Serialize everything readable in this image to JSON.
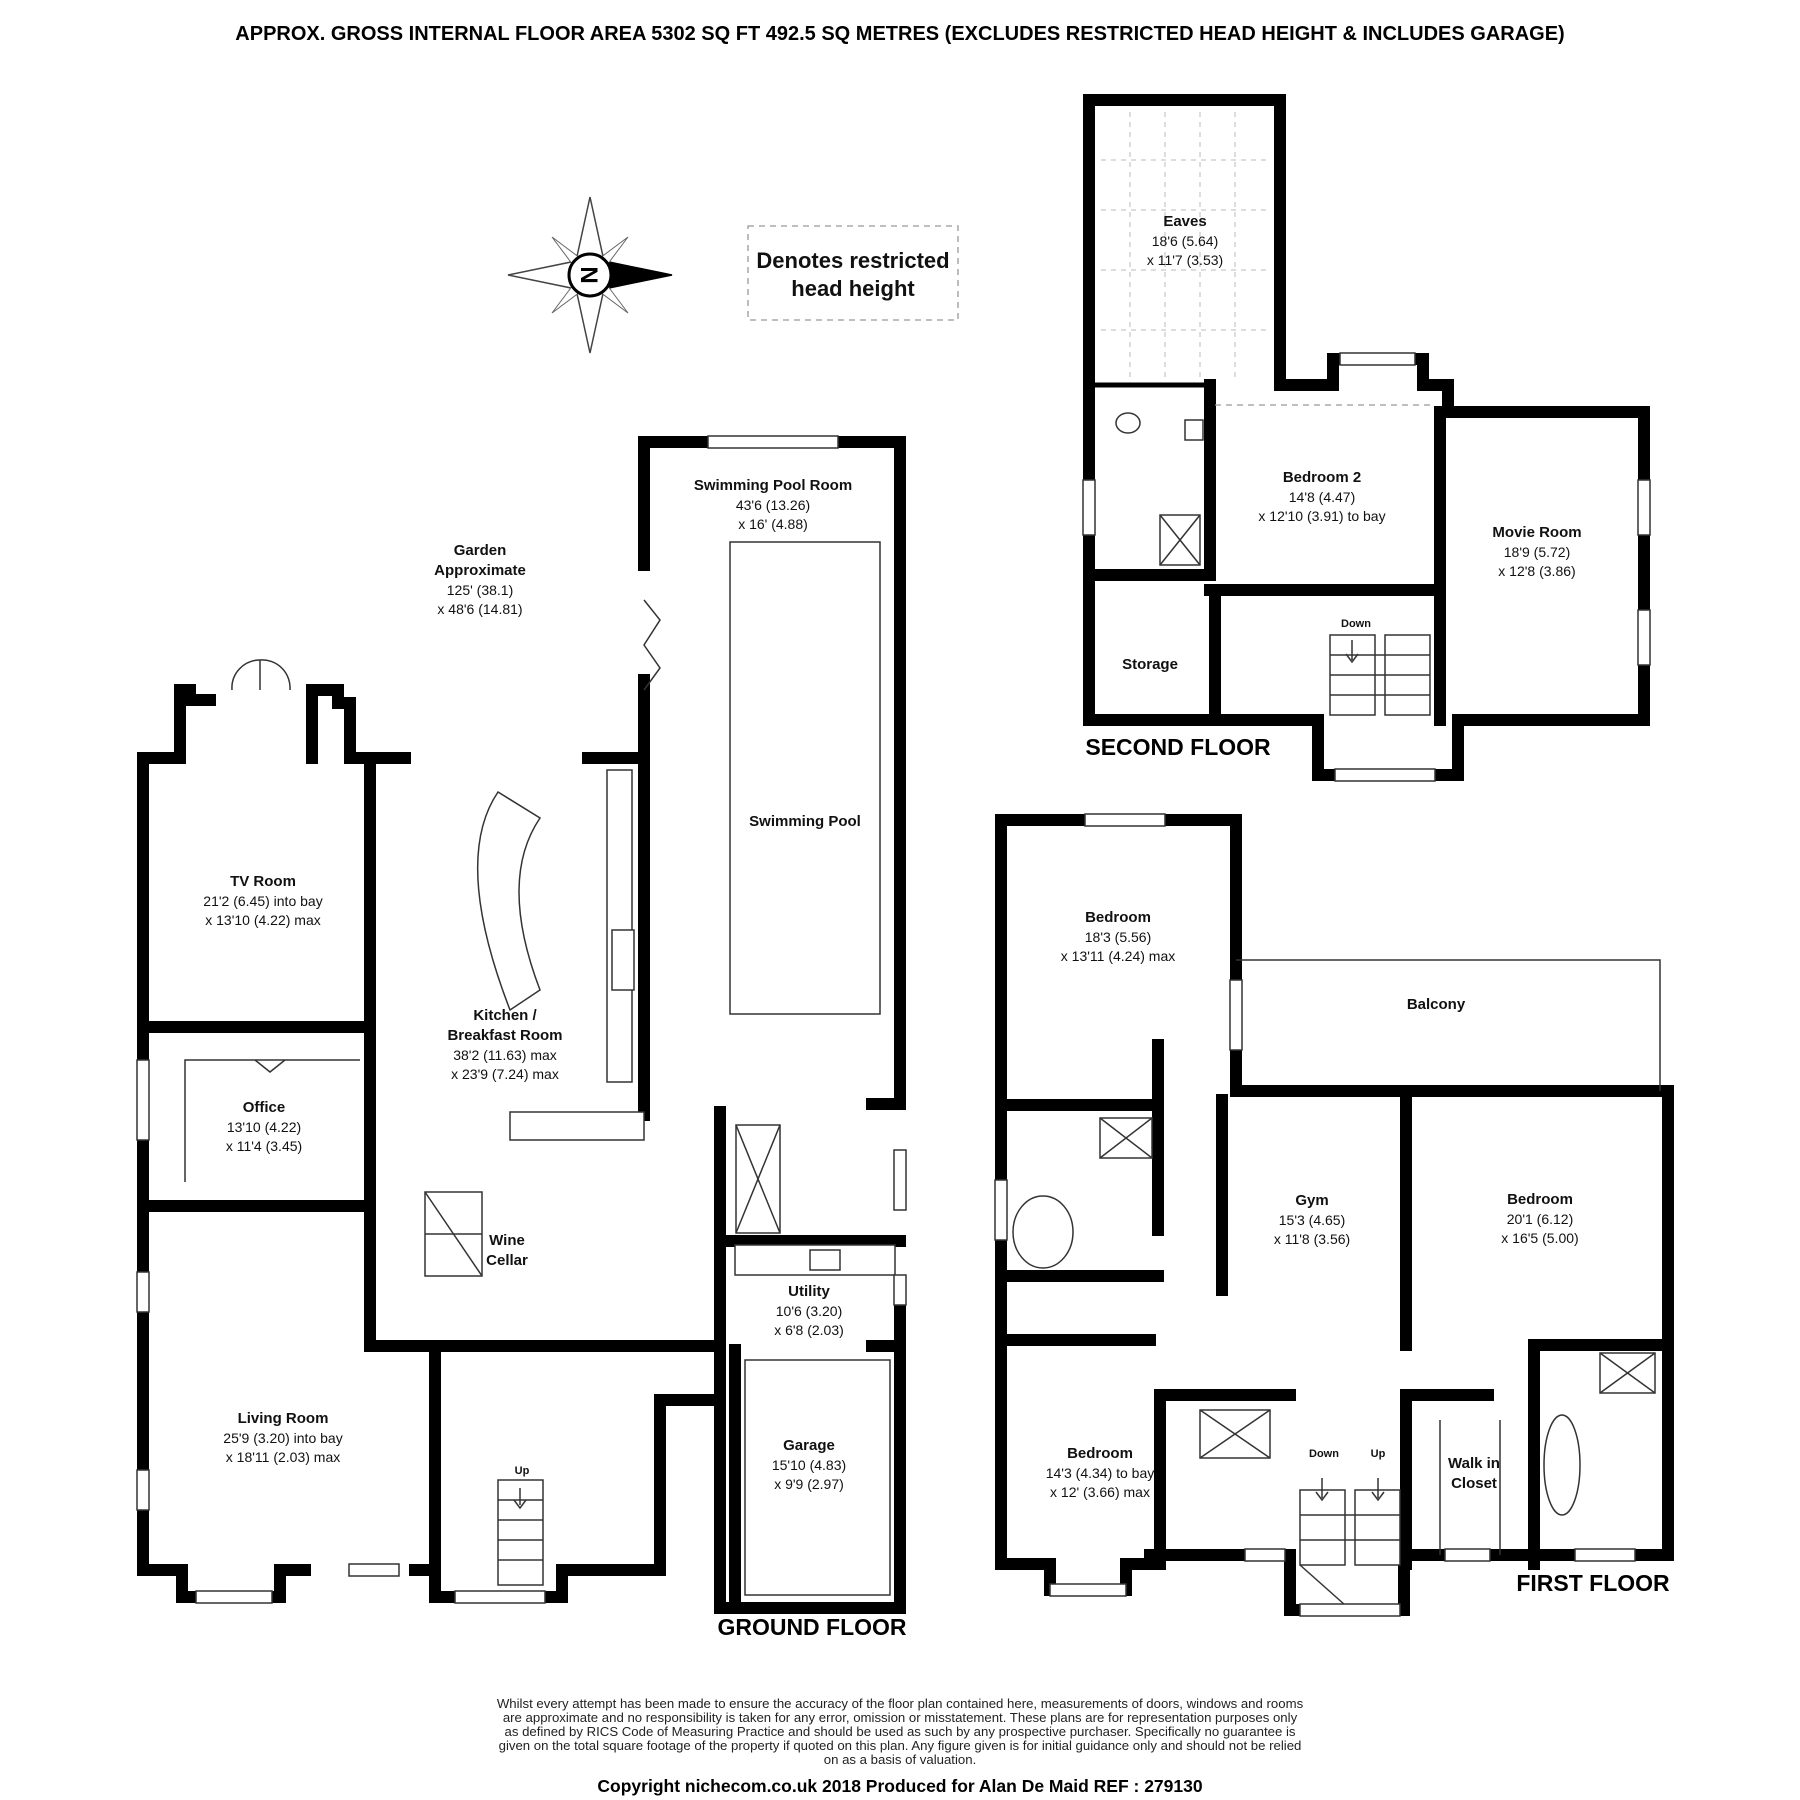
{
  "header": {
    "floor_area": "APPROX. GROSS INTERNAL FLOOR AREA 5302 SQ FT 492.5 SQ METRES (EXCLUDES RESTRICTED HEAD HEIGHT & INCLUDES GARAGE)"
  },
  "compass": {
    "letter": "N"
  },
  "legend": {
    "line1": "Denotes restricted",
    "line2": "head height"
  },
  "floors": {
    "ground": "GROUND FLOOR",
    "first": "FIRST FLOOR",
    "second": "SECOND FLOOR"
  },
  "rooms": {
    "garden": {
      "name1": "Garden",
      "name2": "Approximate",
      "dim1": "125' (38.1)",
      "dim2": "x 48'6 (14.81)"
    },
    "pool_room": {
      "name": "Swimming Pool Room",
      "dim1": "43'6 (13.26)",
      "dim2": "x 16' (4.88)"
    },
    "pool": {
      "name": "Swimming Pool"
    },
    "tv_room": {
      "name": "TV Room",
      "dim1": "21'2 (6.45) into bay",
      "dim2": "x 13'10 (4.22) max"
    },
    "kitchen": {
      "name1": "Kitchen /",
      "name2": "Breakfast Room",
      "dim1": "38'2 (11.63) max",
      "dim2": "x 23'9 (7.24) max"
    },
    "office": {
      "name": "Office",
      "dim1": "13'10 (4.22)",
      "dim2": "x 11'4 (3.45)"
    },
    "wine_cellar": {
      "name1": "Wine",
      "name2": "Cellar"
    },
    "utility": {
      "name": "Utility",
      "dim1": "10'6 (3.20)",
      "dim2": "x 6'8 (2.03)"
    },
    "living_room": {
      "name": "Living Room",
      "dim1": "25'9 (3.20) into bay",
      "dim2": "x 18'11 (2.03) max"
    },
    "garage": {
      "name": "Garage",
      "dim1": "15'10 (4.83)",
      "dim2": "x 9'9 (2.97)"
    },
    "eaves": {
      "name": "Eaves",
      "dim1": "18'6 (5.64)",
      "dim2": "x 11'7 (3.53)"
    },
    "bedroom2": {
      "name": "Bedroom 2",
      "dim1": "14'8 (4.47)",
      "dim2": "x 12'10 (3.91) to bay"
    },
    "movie_room": {
      "name": "Movie Room",
      "dim1": "18'9 (5.72)",
      "dim2": "x 12'8 (3.86)"
    },
    "storage": {
      "name": "Storage"
    },
    "bedroom_ff_top": {
      "name": "Bedroom",
      "dim1": "18'3 (5.56)",
      "dim2": "x 13'11 (4.24) max"
    },
    "balcony": {
      "name": "Balcony"
    },
    "gym": {
      "name": "Gym",
      "dim1": "15'3 (4.65)",
      "dim2": "x 11'8 (3.56)"
    },
    "bedroom_ff_right": {
      "name": "Bedroom",
      "dim1": "20'1 (6.12)",
      "dim2": "x 16'5 (5.00)"
    },
    "bedroom_ff_bottom": {
      "name": "Bedroom",
      "dim1": "14'3 (4.34) to bay",
      "dim2": "x 12' (3.66) max"
    },
    "walk_in_closet": {
      "name1": "Walk in",
      "name2": "Closet"
    }
  },
  "stairs": {
    "ground_up": "Up",
    "second_down": "Down",
    "first_down": "Down",
    "first_up": "Up"
  },
  "disclaimer": [
    "Whilst every attempt has been made to ensure the accuracy of the floor plan contained here, measurements of doors, windows and rooms",
    "are approximate and no responsibility is taken for any error, omission or misstatement. These plans are for representation purposes only",
    "as defined by RICS Code of Measuring Practice and should be used as such by any prospective purchaser.  Specifically no guarantee is",
    "given on the total square footage of the property if quoted on this plan. Any figure given is for initial guidance only and should not be relied",
    "on as a basis of valuation."
  ],
  "copyright": "Copyright nichecom.co.uk 2018     Produced for Alan De Maid     REF :  279130"
}
